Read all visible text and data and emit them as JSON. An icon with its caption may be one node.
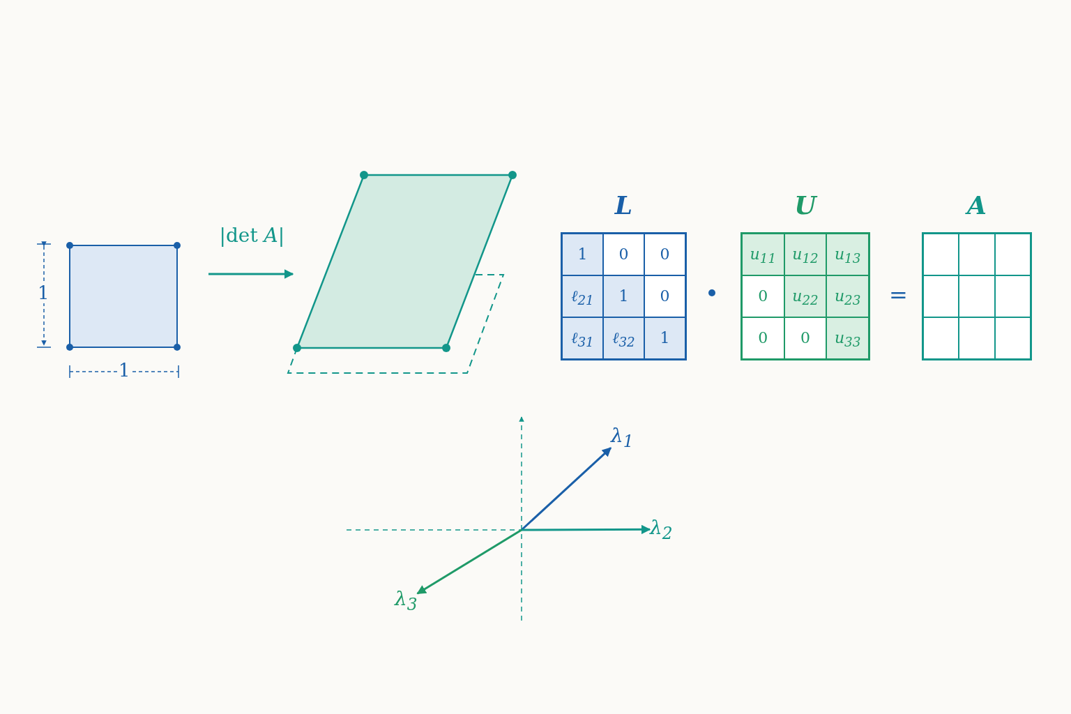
{
  "diagram": {
    "nodes": [
      {
        "text": [],
        "shape": "box"
      },
      {
        "text": [],
        "shape": "parallelogram"
      },
      {
        "text": [
          "L"
        ]
      },
      {
        "text": [
          "U"
        ]
      },
      {
        "text": [
          "A"
        ]
      },
      {
        "text": [
          "λ$_{1}$"
        ]
      },
      {
        "text": [
          "λ$_{2}$"
        ]
      },
      {
        "text": [
          "λ$_{3}$"
        ]
      }
    ],
    "edges": [
      {
        "from": 0,
        "to": 1,
        "arrow": "to",
        "label": "|det *A*|"
      },
      {
        "from": null,
        "to": 5,
        "arrow": "to",
        "color": "#1a5fa8"
      },
      {
        "from": null,
        "to": 6,
        "arrow": "to"
      },
      {
        "from": null,
        "to": 7,
        "arrow": "to",
        "color": "#1f9a68"
      }
    ],
    "labels": [
      "1",
      "1",
      "1",
      "0",
      "0",
      "ℓ$_{21}$",
      "1",
      "0",
      "ℓ$_{31}$",
      "ℓ$_{32}$",
      "1",
      "u$_{11}$",
      "u$_{12}$",
      "u$_{13}$",
      "0",
      "u$_{22}$",
      "u$_{23}$",
      "0",
      "0",
      "u$_{33}$",
      "="
    ]
  }
}
